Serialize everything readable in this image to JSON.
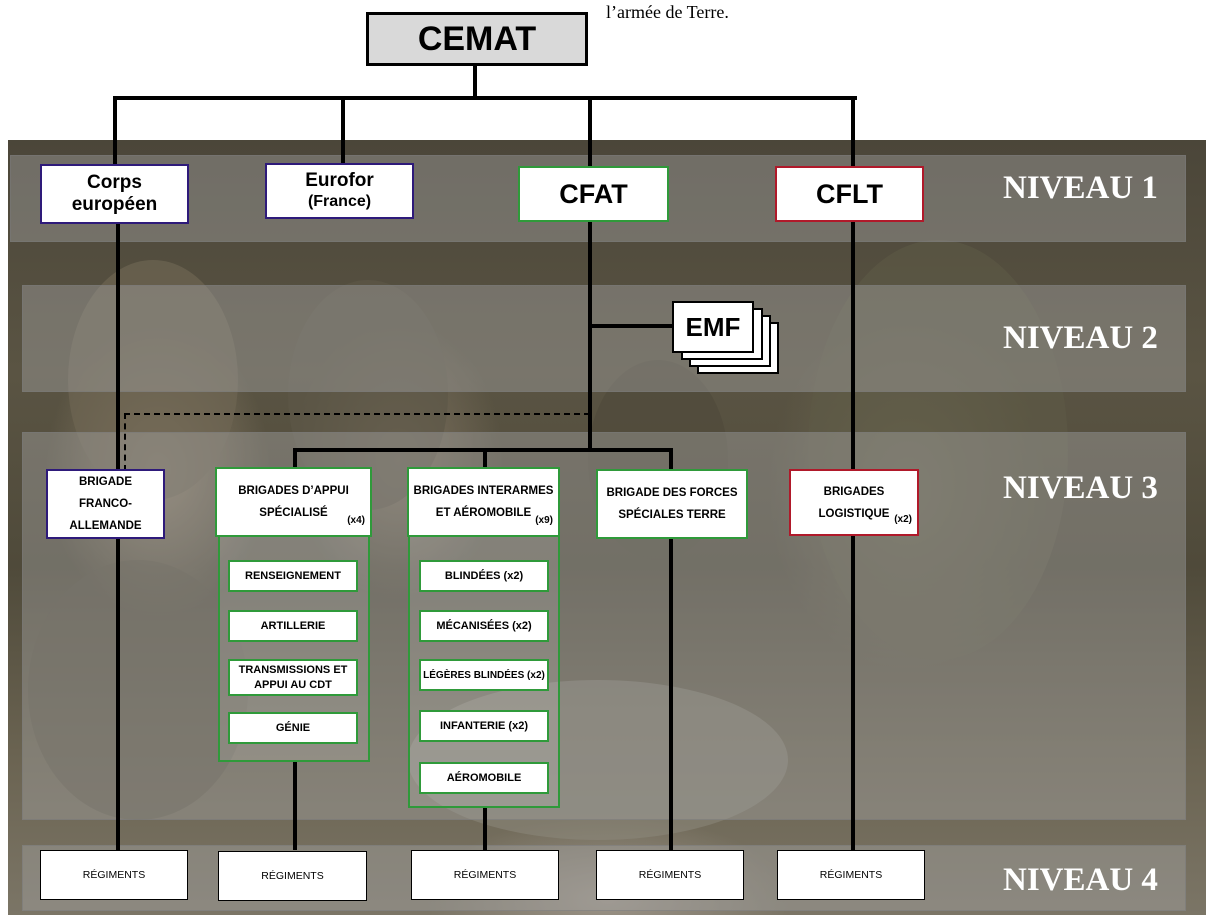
{
  "caption": "l’armée de Terre.",
  "root": "CEMAT",
  "levels": [
    "NIVEAU 1",
    "NIVEAU 2",
    "NIVEAU 3",
    "NIVEAU 4"
  ],
  "level1": {
    "corps": "Corps européen",
    "eurofor": "Eurofor",
    "eurofor_sub": "(France)",
    "cfat": "CFAT",
    "cflt": "CFLT"
  },
  "level2": {
    "emf": "EMF"
  },
  "level3": {
    "bfa": "BRIGADE FRANCO-ALLEMANDE",
    "appui": "BRIGADES D’APPUI SPÉCIALISÉ",
    "appui_count": "(x4)",
    "appui_items": [
      "RENSEIGNEMENT",
      "ARTILLERIE",
      "TRANSMISSIONS ET APPUI AU CDT",
      "GÉNIE"
    ],
    "interarmes": "BRIGADES INTERARMES ET AÉROMOBILE",
    "interarmes_count": "(x9)",
    "interarmes_items": [
      "BLINDÉES (x2)",
      "MÉCANISÉES (x2)",
      "LÉGÈRES BLINDÉES (x2)",
      "INFANTERIE (x2)",
      "AÉROMOBILE"
    ],
    "bfst": "BRIGADE DES FORCES SPÉCIALES TERRE",
    "logistique": "BRIGADES LOGISTIQUE",
    "logistique_count": "(x2)"
  },
  "level4": {
    "regiments": [
      "RÉGIMENTS",
      "RÉGIMENTS",
      "RÉGIMENTS",
      "RÉGIMENTS",
      "RÉGIMENTS"
    ]
  },
  "colors": {
    "purple": "#2e1a7a",
    "green": "#2f9a3a",
    "red": "#b0192a"
  }
}
